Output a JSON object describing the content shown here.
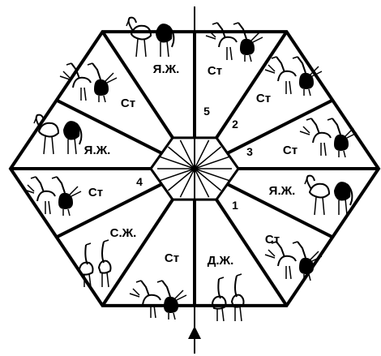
{
  "colors": {
    "line": "#000000",
    "background": "#ffffff"
  },
  "sectors": [
    {
      "label": "Я.Ж.",
      "icon": "two-feeding-birds-icon"
    },
    {
      "label": "Ст",
      "icon": "two-dancing-cranes-icon"
    },
    {
      "label": "Ст",
      "icon": "two-dancing-cranes-icon"
    },
    {
      "label": "Ст",
      "icon": "two-dancing-cranes-icon"
    },
    {
      "label": "Я.Ж.",
      "icon": "two-feeding-birds-icon"
    },
    {
      "label": "Ст",
      "icon": "two-dancing-cranes-icon"
    },
    {
      "label": "Д.Ж.",
      "icon": "two-standing-cranes-icon"
    },
    {
      "label": "Ст",
      "icon": "two-dancing-cranes-icon"
    },
    {
      "label": "С.Ж.",
      "icon": "two-standing-cranes-icon"
    },
    {
      "label": "Ст",
      "icon": "two-dancing-cranes-icon"
    },
    {
      "label": "Я.Ж.",
      "icon": "two-feeding-birds-icon"
    },
    {
      "label": "Ст",
      "icon": "two-dancing-cranes-icon"
    }
  ],
  "path_numbers": [
    "1",
    "2",
    "3",
    "4",
    "5"
  ],
  "entry_arrow": {
    "icon": "up-arrow-icon"
  }
}
